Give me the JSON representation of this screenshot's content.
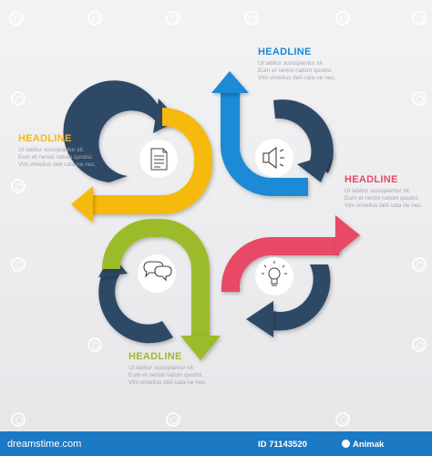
{
  "colors": {
    "navy": "#2f4a66",
    "blue": "#1a8ad4",
    "yellow": "#f6b90f",
    "red": "#e74866",
    "green": "#9cbb2a",
    "headline_blue": "#1a8ad4",
    "headline_yellow": "#f6b90f",
    "headline_red": "#e74866",
    "headline_green": "#9cbb2a"
  },
  "icons": {
    "top_left": "document-icon",
    "top_right": "speaker-icon",
    "bottom_left": "chat-bubbles-icon",
    "bottom_right": "lightbulb-icon"
  },
  "blocks": {
    "top": {
      "headline": "HEADLINE",
      "lines": [
        "Ut labitur suscipiantur sit.",
        "Eum et nenisl natum quodsi.",
        "Vim vimelius deli cata ne nec."
      ]
    },
    "left": {
      "headline": "HEADLINE",
      "lines": [
        "Ut labitur suscipiantur sit.",
        "Eum et nenisl natum quodsi.",
        "Vim vimelius deli cata ne nec."
      ]
    },
    "right": {
      "headline": "HEADLINE",
      "lines": [
        "Ut labitur suscipiantur sit.",
        "Eum et nenisl natum quodsi.",
        "Vim vimelius deli cata ne nec."
      ]
    },
    "bottom": {
      "headline": "HEADLINE",
      "lines": [
        "Ut labitur suscipiantur sit.",
        "Eum et nenisl natum quodsi.",
        "Vim vimelius deli cata ne nec."
      ]
    }
  },
  "footer": {
    "site": "dreamstime.com",
    "site_prefix": "",
    "id_text": "ID 71143520",
    "author": "Animak"
  }
}
